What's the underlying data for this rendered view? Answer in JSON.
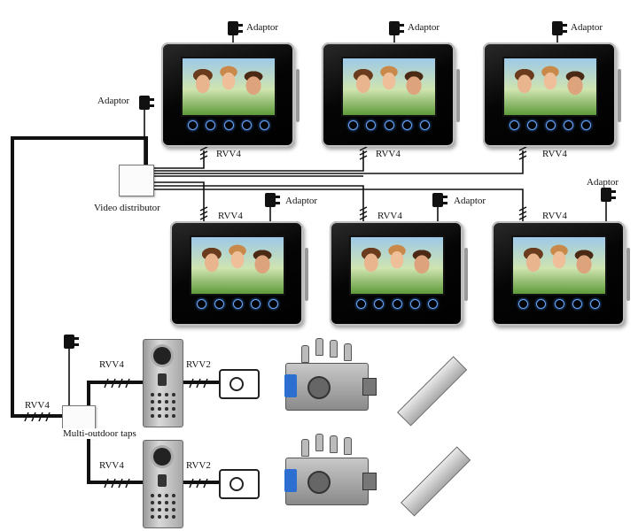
{
  "labels": {
    "adaptor": "Adaptor",
    "rvv4": "RVV4",
    "rvv2": "RVV2",
    "video_distributor": "Video distributor",
    "multi_outdoor_taps": "Multi-outdoor taps"
  },
  "monitors": [
    {
      "row": "top",
      "index": 1
    },
    {
      "row": "top",
      "index": 2
    },
    {
      "row": "top",
      "index": 3
    },
    {
      "row": "middle",
      "index": 1
    },
    {
      "row": "middle",
      "index": 2
    },
    {
      "row": "middle",
      "index": 3
    }
  ],
  "colors": {
    "wire": "#111111",
    "accent_blue": "#2c6fd0",
    "key_glow": "#6aa9ff"
  },
  "icons": [
    "adaptor-icon",
    "monitor-icon",
    "video-distributor-icon",
    "outdoor-station-icon",
    "exit-button-icon",
    "electric-lock-icon",
    "magnetic-lock-icon",
    "key-icon"
  ]
}
